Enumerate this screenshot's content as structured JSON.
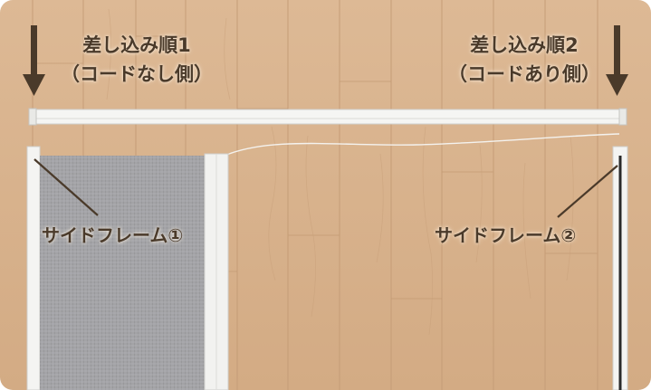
{
  "labels": {
    "step1": {
      "title": "差し込み順1",
      "subtitle": "（コードなし側）"
    },
    "step2": {
      "title": "差し込み順2",
      "subtitle": "（コードあり側）"
    },
    "frame1": "サイドフレーム①",
    "frame2": "サイドフレーム②"
  },
  "colors": {
    "floor": "#d9b48f",
    "arrow": "#4a3a2a",
    "frame": "#f4f4f2",
    "screen_mesh": "#9a9a9c",
    "label_text": "#4a3a2a"
  },
  "icons": [
    "arrow-down-icon"
  ]
}
